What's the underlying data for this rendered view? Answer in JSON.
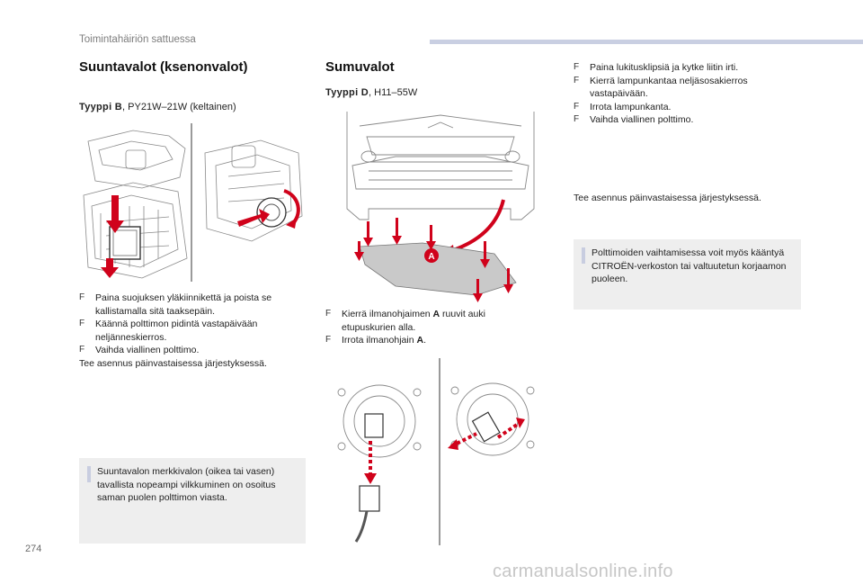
{
  "header": {
    "section_title": "Toimintahäiriön sattuessa"
  },
  "page_number": "274",
  "watermark": "carmanualsonline.info",
  "left_column": {
    "heading": "Suuntavalot (ksenonvalot)",
    "type_label": "Tyyppi B",
    "type_value": ", PY21W–21W (keltainen)",
    "steps": [
      "Paina suojuksen yläkiinnikettä ja poista se kallistamalla sitä taaksepäin.",
      "Käännä polttimon pidintä vastapäivään neljänneskierros.",
      "Vaihda viallinen polttimo."
    ],
    "closing": "Tee asennus päinvastaisessa järjestyksessä.",
    "note": "Suuntavalon merkkivalon (oikea tai vasen) tavallista nopeampi vilkkuminen on osoitus saman puolen polttimon viasta."
  },
  "middle_column": {
    "heading": "Sumuvalot",
    "type_label": "Tyyppi D",
    "type_value": ", H11–55W",
    "callout_letter": "A",
    "step1_pre": "Kierrä ilmanohjaimen ",
    "step1_letter": "A",
    "step1_post": " ruuvit auki etupuskurien alla.",
    "step2_pre": "Irrota ilmanohjain ",
    "step2_letter": "A",
    "step2_post": "."
  },
  "right_column": {
    "steps": [
      "Paina lukitusklipsiä ja kytke liitin irti.",
      "Kierrä lampunkantaa neljäsosakierros vastapäivään.",
      "Irrota lampunkanta.",
      "Vaihda viallinen polttimo."
    ],
    "closing": "Tee asennus päinvastaisessa järjestyksessä.",
    "note": "Polttimoiden vaihtamisessa voit myös kääntyä CITROËN-verkoston tai valtuutetun korjaamon puoleen."
  },
  "bullet_glyph": "F",
  "colors": {
    "accent_red": "#d0021b",
    "note_bg": "#eeeeee",
    "header_bar": "#c9cfe2"
  },
  "icons": [
    "headlight-assembly-illustration",
    "bulb-holder-illustration",
    "van-front-illustration",
    "air-deflector-illustration",
    "fog-lamp-illustration"
  ]
}
